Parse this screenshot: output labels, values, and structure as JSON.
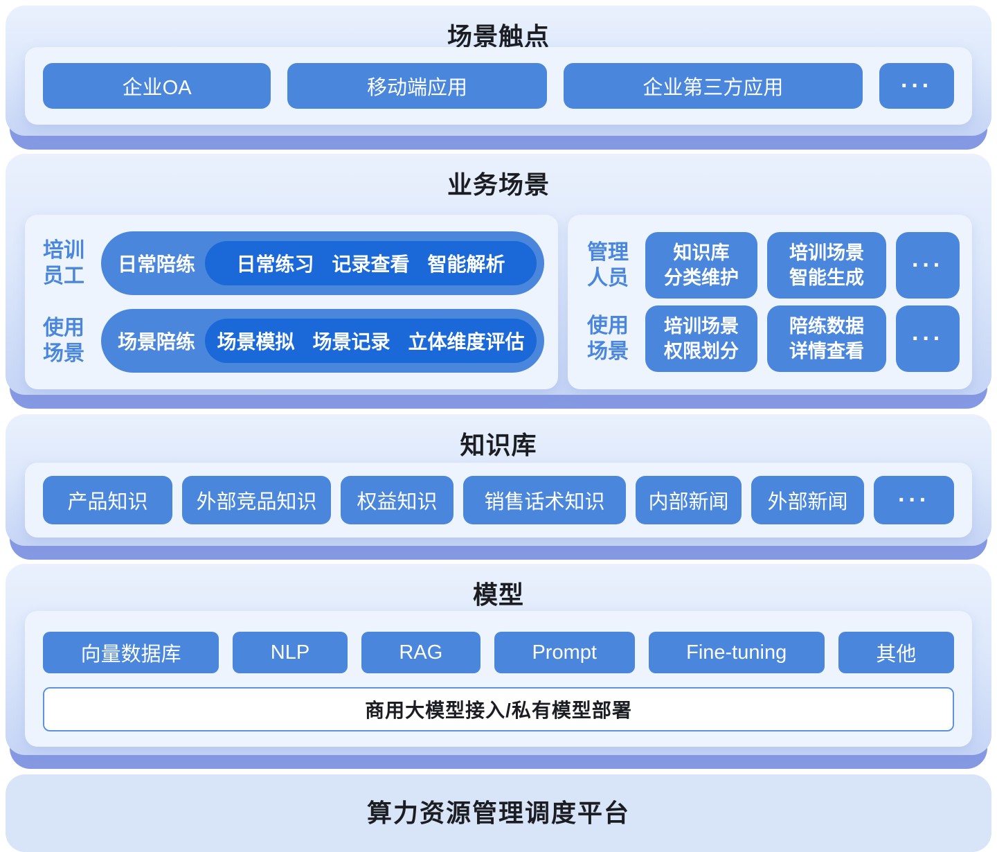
{
  "colors": {
    "chip_blue": "#4986dc",
    "pill_dark_blue": "#1b69d8",
    "band_periwinkle": "#8598e2",
    "panel_gradient_top": "#eaf1fd",
    "panel_gradient_bottom": "#c6d5f6",
    "tray_background": "#eef4fd",
    "bottom_panel": "#d8e4f7",
    "title_text": "#1b1d22",
    "side_label_blue": "#4a87dc"
  },
  "ellipsis": "···",
  "layers": {
    "touchpoints": {
      "title": "场景触点",
      "buttons": [
        "企业OA",
        "移动端应用",
        "企业第三方应用"
      ]
    },
    "business": {
      "title": "业务场景",
      "left": {
        "rows": [
          {
            "side_line1": "培训",
            "side_line2": "员工",
            "pill_label": "日常陪练",
            "items": [
              "日常练习",
              "记录查看",
              "智能解析"
            ]
          },
          {
            "side_line1": "使用",
            "side_line2": "场景",
            "pill_label": "场景陪练",
            "items": [
              "场景模拟",
              "场景记录",
              "立体维度评估"
            ]
          }
        ]
      },
      "right": {
        "rows": [
          {
            "side_line1": "管理",
            "side_line2": "人员",
            "buttons": [
              {
                "line1": "知识库",
                "line2": "分类维护"
              },
              {
                "line1": "培训场景",
                "line2": "智能生成"
              }
            ]
          },
          {
            "side_line1": "使用",
            "side_line2": "场景",
            "buttons": [
              {
                "line1": "培训场景",
                "line2": "权限划分"
              },
              {
                "line1": "陪练数据",
                "line2": "详情查看"
              }
            ]
          }
        ]
      }
    },
    "knowledge": {
      "title": "知识库",
      "buttons": [
        "产品知识",
        "外部竞品知识",
        "权益知识",
        "销售话术知识",
        "内部新闻",
        "外部新闻"
      ]
    },
    "model": {
      "title": "模型",
      "buttons": [
        "向量数据库",
        "NLP",
        "RAG",
        "Prompt",
        "Fine-tuning",
        "其他"
      ],
      "bar": "商用大模型接入/私有模型部署"
    },
    "platform": {
      "title": "算力资源管理调度平台"
    }
  }
}
